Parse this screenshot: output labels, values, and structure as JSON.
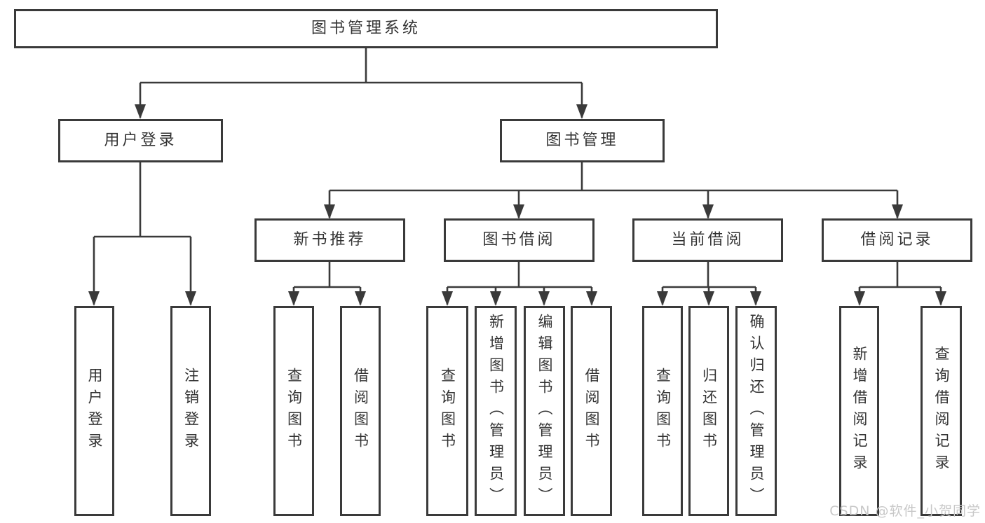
{
  "diagram": {
    "root": {
      "label": "图书管理系统"
    },
    "level2": [
      {
        "label": "用户登录"
      },
      {
        "label": "图书管理"
      }
    ],
    "level3": [
      {
        "label": "新书推荐"
      },
      {
        "label": "图书借阅"
      },
      {
        "label": "当前借阅"
      },
      {
        "label": "借阅记录"
      }
    ],
    "leaves": {
      "user_login": [
        "用户登录",
        "注销登录"
      ],
      "new_book": [
        "查询图书",
        "借阅图书"
      ],
      "book_borrow": [
        "查询图书",
        "新增图书（管理员）",
        "编辑图书（管理员）",
        "借阅图书"
      ],
      "current_borrow": [
        "查询图书",
        "归还图书",
        "确认归还（管理员）"
      ],
      "borrow_record": [
        "新增借阅记录",
        "查询借阅记录"
      ]
    }
  },
  "watermark": {
    "text": "CSDN @软件_小贺同学"
  },
  "colors": {
    "line": "#3a3a3a",
    "text": "#333333",
    "watermark": "#c8c8c8",
    "background": "#ffffff"
  }
}
